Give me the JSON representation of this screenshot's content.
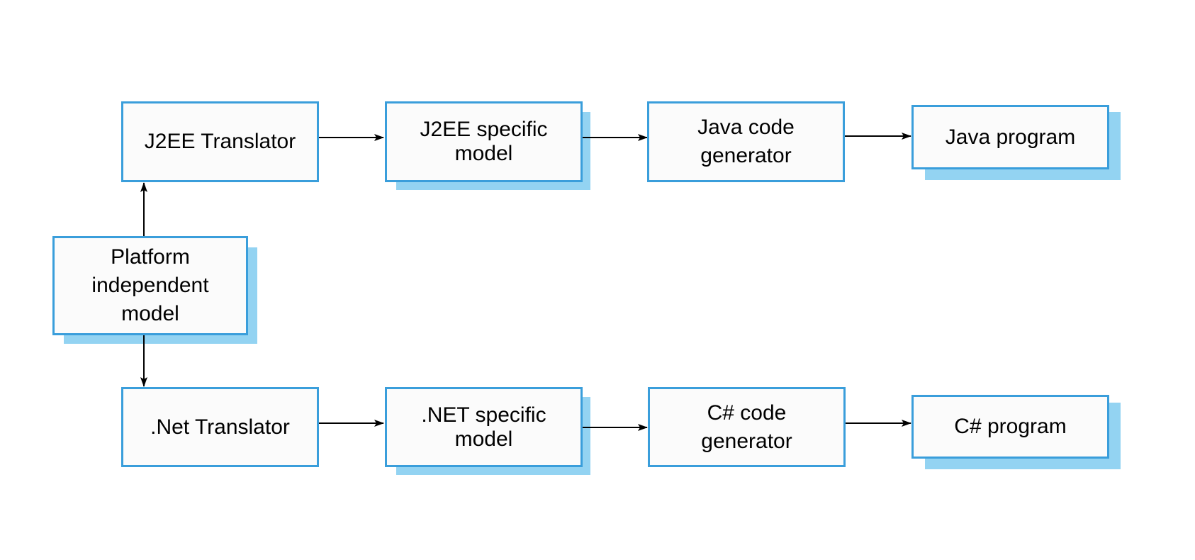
{
  "colors": {
    "box_border": "#3a9edb",
    "box_fill": "#fbfbfb",
    "shadow": "#93d3f2",
    "arrow": "#000000",
    "text": "#000000"
  },
  "nodes": {
    "pim": {
      "label": "Platform\nindependent\nmodel",
      "has_shadow": true
    },
    "j2ee_translator": {
      "label": "J2EE Translator",
      "has_shadow": false
    },
    "j2ee_model": {
      "label": "J2EE specific\nmodel",
      "has_shadow": true
    },
    "java_codegen": {
      "label": "Java code\ngenerator",
      "has_shadow": false
    },
    "java_program": {
      "label": "Java program",
      "has_shadow": true
    },
    "net_translator": {
      "label": ".Net Translator",
      "has_shadow": false
    },
    "net_model": {
      "label": ".NET specific\nmodel",
      "has_shadow": true
    },
    "csharp_codegen": {
      "label": "C# code\ngenerator",
      "has_shadow": false
    },
    "csharp_program": {
      "label": "C# program",
      "has_shadow": true
    }
  },
  "edges": [
    {
      "from": "pim",
      "to": "j2ee_translator"
    },
    {
      "from": "pim",
      "to": "net_translator"
    },
    {
      "from": "j2ee_translator",
      "to": "j2ee_model"
    },
    {
      "from": "j2ee_model",
      "to": "java_codegen"
    },
    {
      "from": "java_codegen",
      "to": "java_program"
    },
    {
      "from": "net_translator",
      "to": "net_model"
    },
    {
      "from": "net_model",
      "to": "csharp_codegen"
    },
    {
      "from": "csharp_codegen",
      "to": "csharp_program"
    }
  ]
}
